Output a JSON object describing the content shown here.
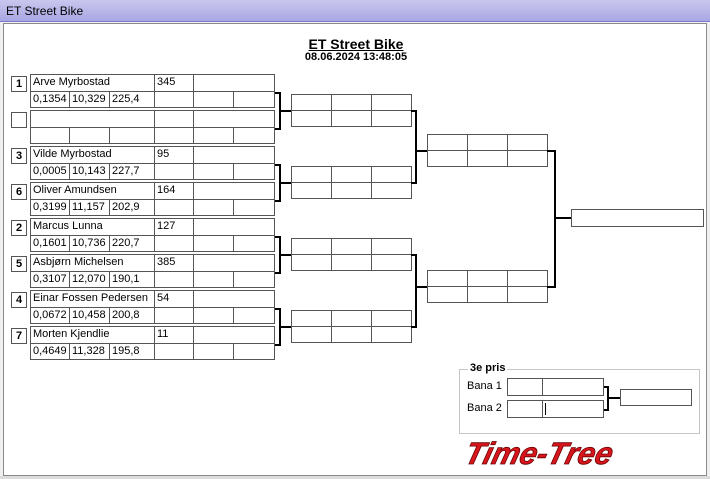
{
  "window": {
    "title": "ET Street Bike"
  },
  "header": {
    "title": "ET Street Bike",
    "datetime": "08.06.2024 13:48:05"
  },
  "round1": [
    {
      "seed": "1",
      "name": "Arve Myrbostad",
      "num": "345",
      "rt": "0,1354",
      "et": "10,329",
      "speed": "225,4"
    },
    {
      "seed": "",
      "name": "",
      "num": "",
      "rt": "",
      "et": "",
      "speed": ""
    },
    {
      "seed": "3",
      "name": "Vilde Myrbostad",
      "num": "95",
      "rt": "0,0005",
      "et": "10,143",
      "speed": "227,7"
    },
    {
      "seed": "6",
      "name": "Oliver Amundsen",
      "num": "164",
      "rt": "0,3199",
      "et": "11,157",
      "speed": "202,9"
    },
    {
      "seed": "2",
      "name": "Marcus Lunna",
      "num": "127",
      "rt": "0,1601",
      "et": "10,736",
      "speed": "220,7"
    },
    {
      "seed": "5",
      "name": "Asbjørn Michelsen",
      "num": "385",
      "rt": "0,3107",
      "et": "12,070",
      "speed": "190,1"
    },
    {
      "seed": "4",
      "name": "Einar Fossen Pedersen",
      "num": "54",
      "rt": "0,0672",
      "et": "10,458",
      "speed": "200,8"
    },
    {
      "seed": "7",
      "name": "Morten Kjendlie",
      "num": "11",
      "rt": "0,4649",
      "et": "11,328",
      "speed": "195,8"
    }
  ],
  "prize": {
    "legend": "3e pris",
    "lane1": "Bana 1",
    "lane2": "Bana 2"
  },
  "logo": {
    "text": "Time-Tree",
    "color": "#d6151d"
  }
}
